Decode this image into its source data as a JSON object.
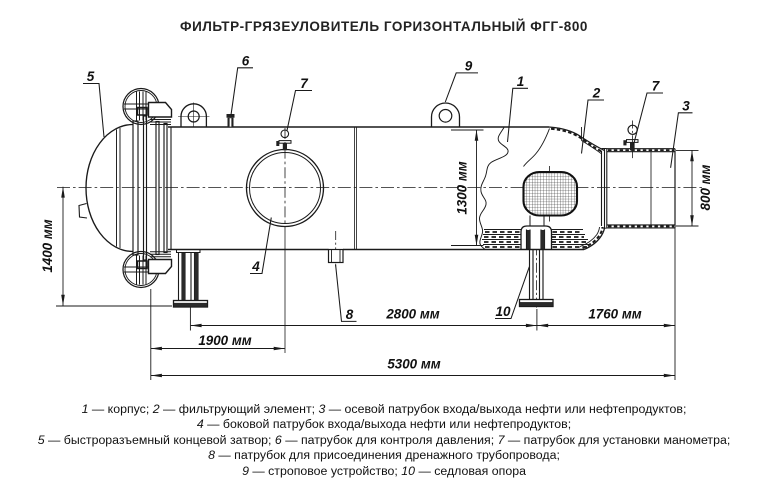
{
  "title": "ФИЛЬТР-ГРЯЗЕУЛОВИТЕЛЬ ГОРИЗОНТАЛЬНЫЙ ФГГ-800",
  "line_color": "#1a1a1a",
  "background_color": "#ffffff",
  "dimensions": {
    "total_length": "5300 мм",
    "closure_to_side_nozzle": "1900 мм",
    "support_span": "2800 мм",
    "support_to_nozzle_end": "1760 мм",
    "axis_height": "1400 мм",
    "shell_diameter": "1300 мм",
    "nozzle_diameter": "800 мм"
  },
  "callouts": {
    "n1": "1",
    "n2": "2",
    "n3": "3",
    "n4": "4",
    "n5": "5",
    "n6": "6",
    "n7": "7",
    "n8": "8",
    "n9": "9",
    "n10": "10"
  },
  "legend": {
    "lines": [
      [
        {
          "n": "1",
          "t": " — корпус; "
        },
        {
          "n": "2",
          "t": " — фильтрующий элемент; "
        },
        {
          "n": "3",
          "t": " — осевой патрубок входа/выхода нефти или нефтепродуктов;"
        }
      ],
      [
        {
          "n": "4",
          "t": " — боковой патрубок входа/выхода нефти или нефтепродуктов;"
        }
      ],
      [
        {
          "n": "5",
          "t": " — быстроразъемный концевой затвор; "
        },
        {
          "n": "6",
          "t": " — патрубок для контроля давления; "
        },
        {
          "n": "7",
          "t": " — патрубок для установки манометра;"
        }
      ],
      [
        {
          "n": "8",
          "t": " — патрубок для присоединения дренажного трубопровода;"
        }
      ],
      [
        {
          "n": "9",
          "t": " — строповое устройство; "
        },
        {
          "n": "10",
          "t": " — седловая опора"
        }
      ]
    ]
  }
}
